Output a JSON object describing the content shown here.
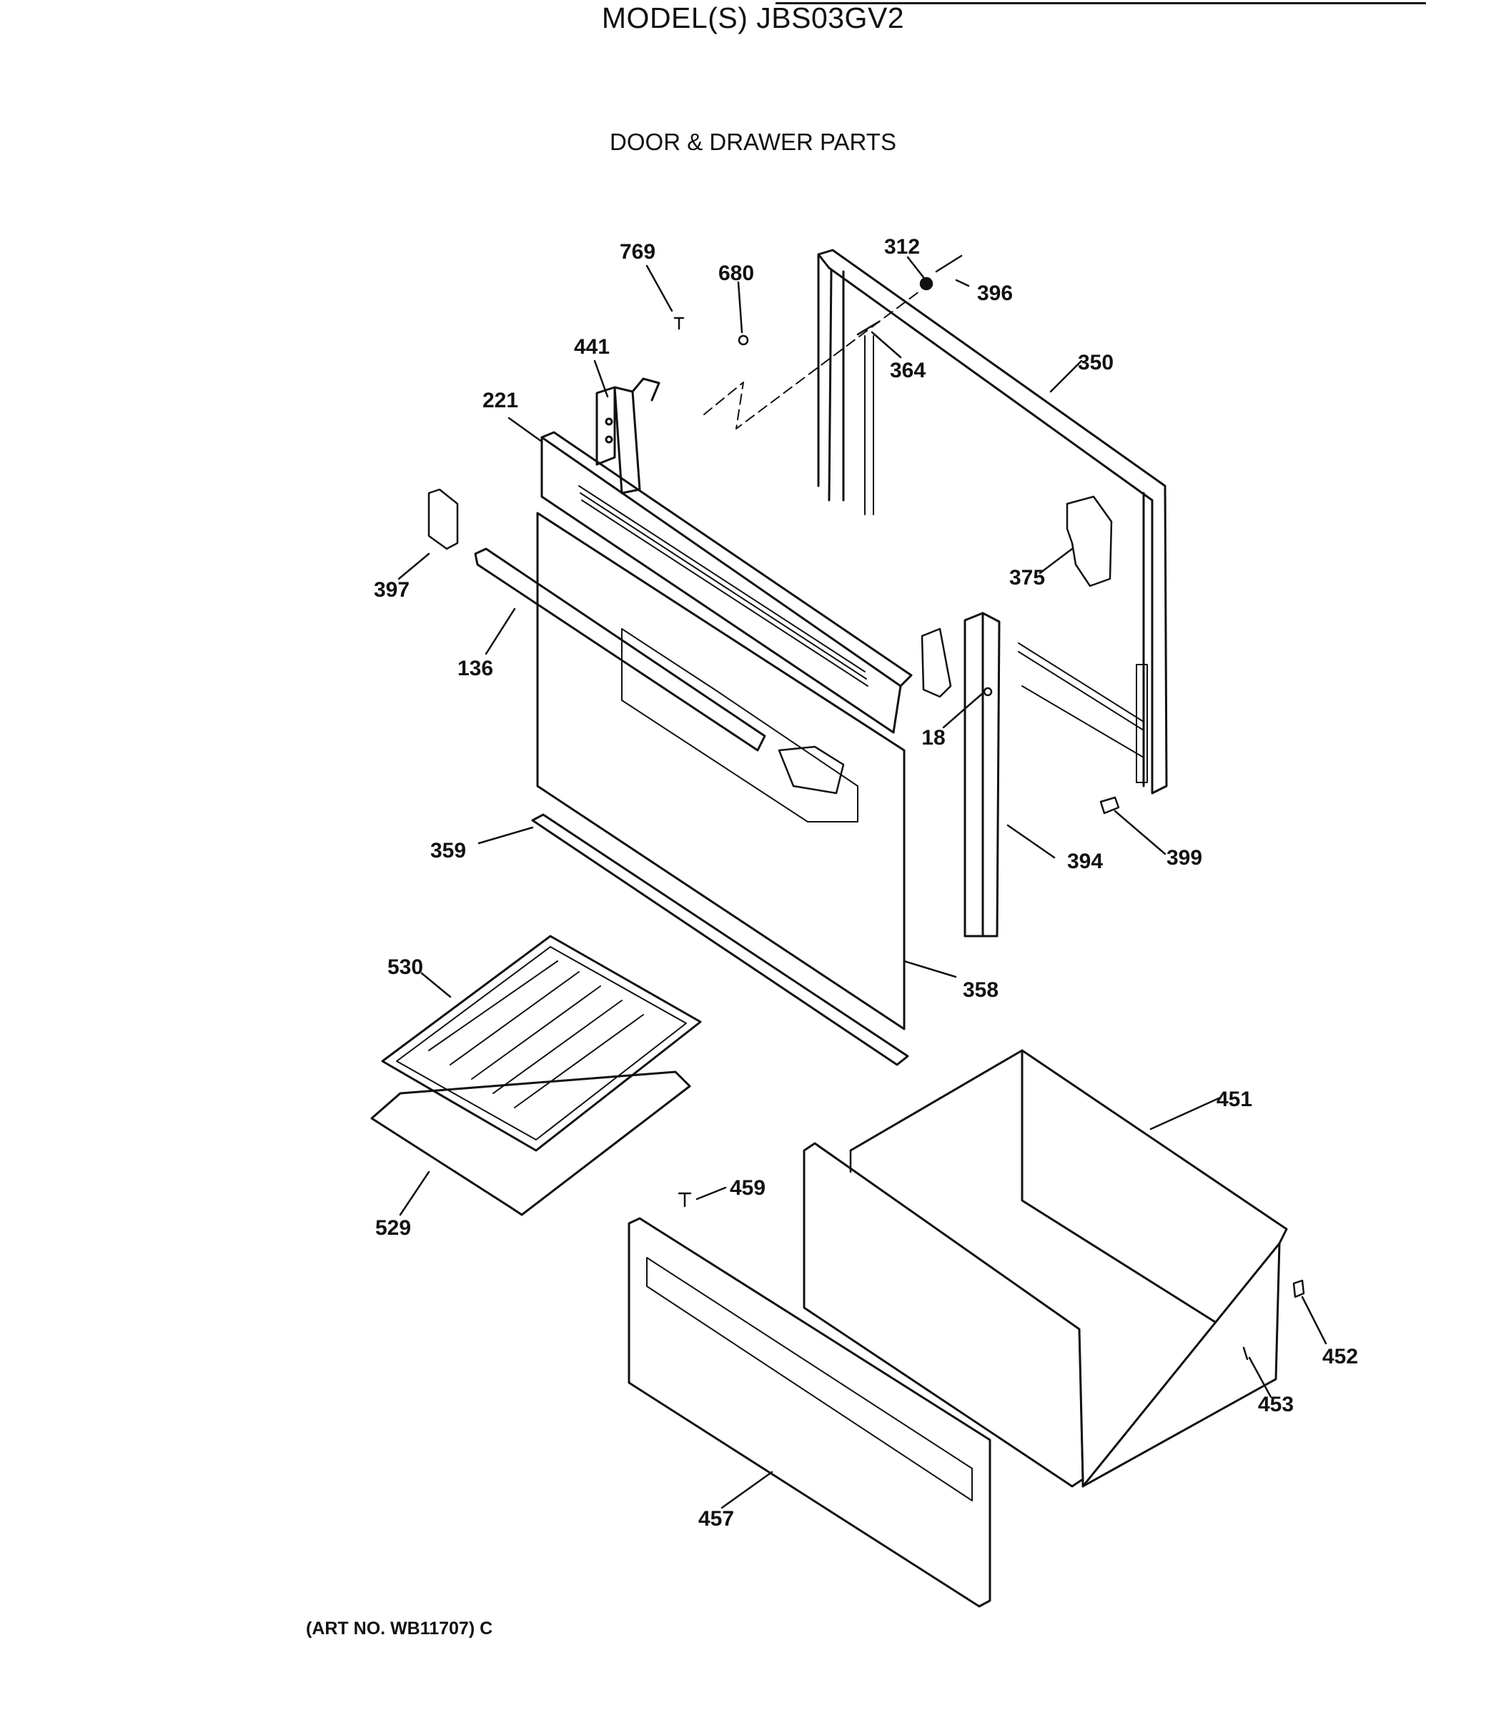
{
  "header": {
    "model_title": "MODEL(S) JBS03GV2",
    "section_title": "DOOR & DRAWER PARTS"
  },
  "footer": {
    "art_number": "(ART NO. WB11707) C"
  },
  "parts": [
    {
      "id": "p769",
      "label": "769",
      "name": "screw"
    },
    {
      "id": "p680",
      "label": "680",
      "name": "screw"
    },
    {
      "id": "p312",
      "label": "312",
      "name": "washer"
    },
    {
      "id": "p396",
      "label": "396",
      "name": "screw"
    },
    {
      "id": "p441",
      "label": "441",
      "name": "hinge"
    },
    {
      "id": "p364",
      "label": "364",
      "name": "screw"
    },
    {
      "id": "p350",
      "label": "350",
      "name": "inner-door"
    },
    {
      "id": "p221",
      "label": "221",
      "name": "door-top-trim"
    },
    {
      "id": "p397",
      "label": "397",
      "name": "handle-endcap"
    },
    {
      "id": "p375",
      "label": "375",
      "name": "insulation"
    },
    {
      "id": "p136",
      "label": "136",
      "name": "door-handle"
    },
    {
      "id": "p18",
      "label": "18",
      "name": "screw"
    },
    {
      "id": "p359",
      "label": "359",
      "name": "door-bottom-trim"
    },
    {
      "id": "p394",
      "label": "394",
      "name": "door-side-trim"
    },
    {
      "id": "p399",
      "label": "399",
      "name": "bumper"
    },
    {
      "id": "p530",
      "label": "530",
      "name": "broiler-grid"
    },
    {
      "id": "p358",
      "label": "358",
      "name": "outer-door-panel"
    },
    {
      "id": "p451",
      "label": "451",
      "name": "drawer-body"
    },
    {
      "id": "p459",
      "label": "459",
      "name": "screw"
    },
    {
      "id": "p529",
      "label": "529",
      "name": "broiler-pan"
    },
    {
      "id": "p452",
      "label": "452",
      "name": "bumper"
    },
    {
      "id": "p453",
      "label": "453",
      "name": "screw"
    },
    {
      "id": "p457",
      "label": "457",
      "name": "drawer-front"
    }
  ]
}
